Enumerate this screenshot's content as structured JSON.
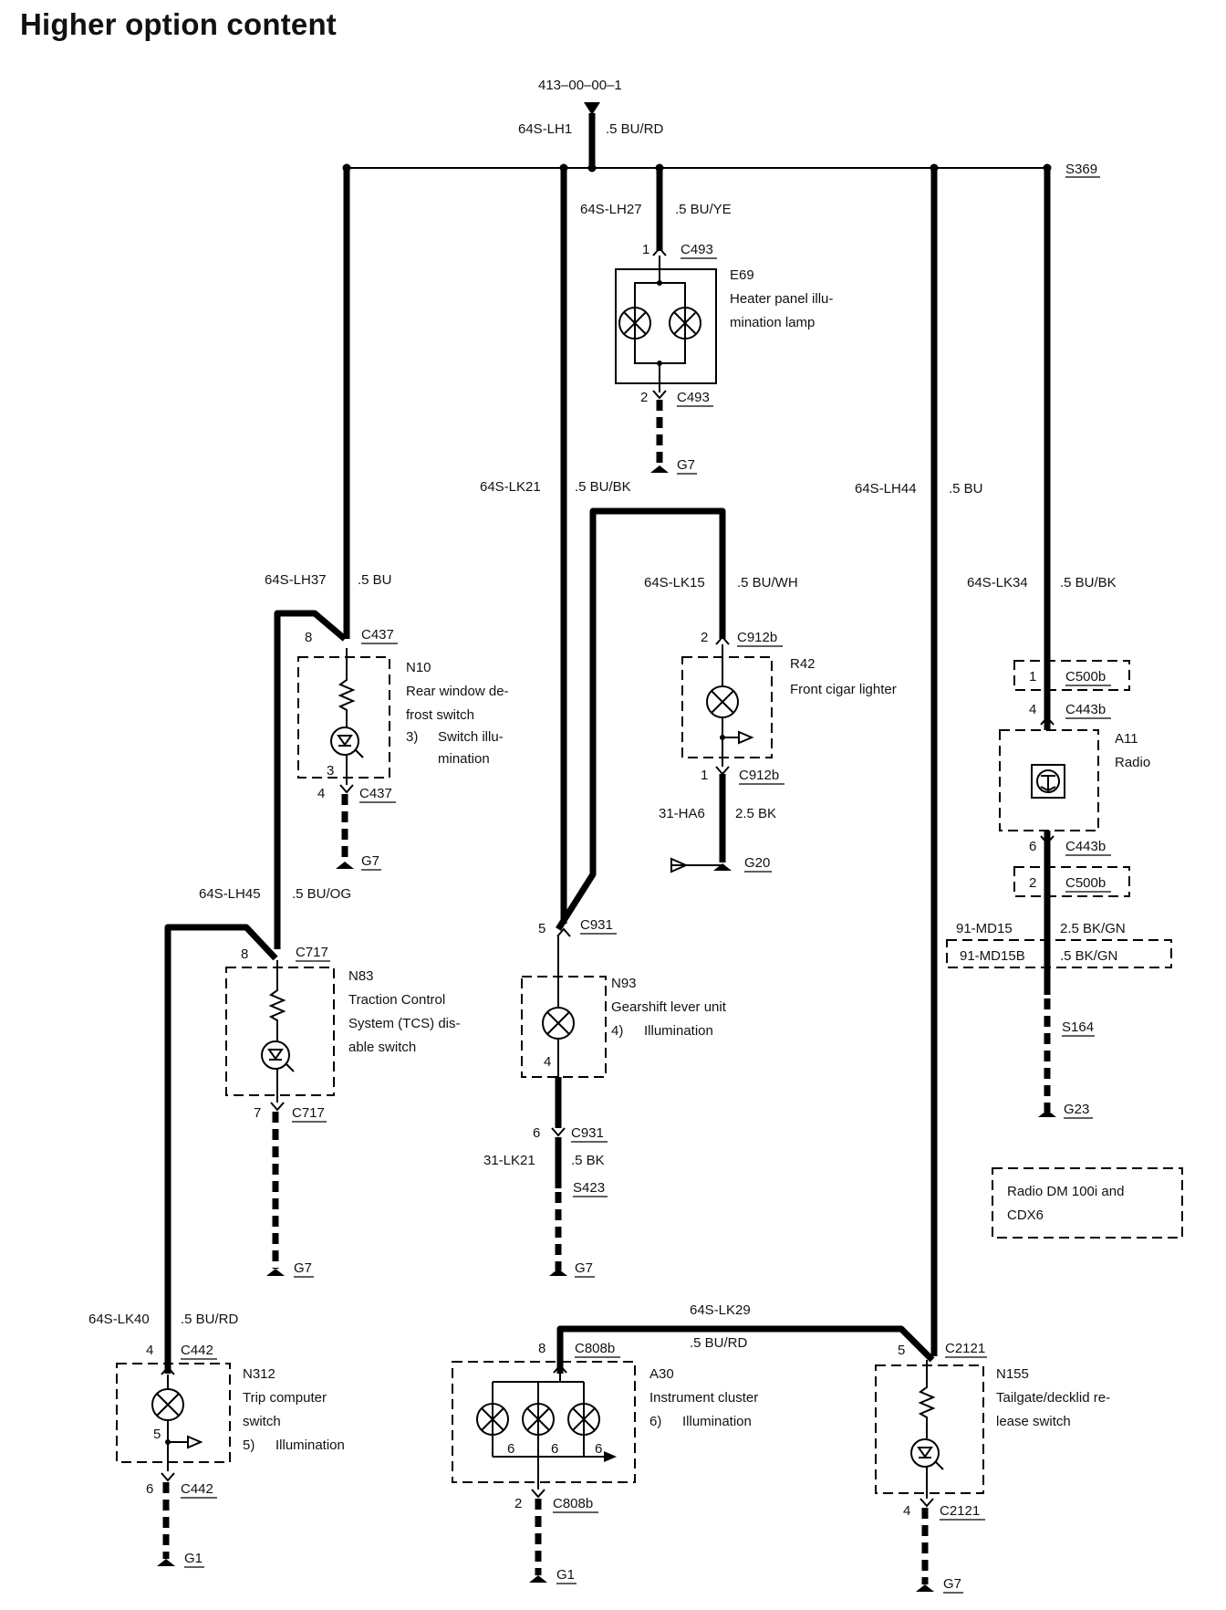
{
  "title": "Higher option content",
  "feed": {
    "ref": "413–00–00–1",
    "wire": "64S-LH1",
    "spec": ".5 BU/RD",
    "splice": "S369"
  },
  "wires": {
    "lh27": {
      "id": "64S-LH27",
      "spec": ".5 BU/YE"
    },
    "lk21": {
      "id": "64S-LK21",
      "spec": ".5 BU/BK"
    },
    "lh44": {
      "id": "64S-LH44",
      "spec": ".5 BU"
    },
    "lh37": {
      "id": "64S-LH37",
      "spec": ".5 BU"
    },
    "lk15": {
      "id": "64S-LK15",
      "spec": ".5 BU/WH"
    },
    "lk34": {
      "id": "64S-LK34",
      "spec": ".5 BU/BK"
    },
    "lh45": {
      "id": "64S-LH45",
      "spec": ".5 BU/OG"
    },
    "ha6": {
      "id": "31-HA6",
      "spec": "2.5 BK"
    },
    "md15": {
      "id": "91-MD15",
      "spec": "2.5 BK/GN"
    },
    "md15b": {
      "id": "91-MD15B",
      "spec": ".5 BK/GN"
    },
    "lk21g": {
      "id": "31-LK21",
      "spec": ".5 BK"
    },
    "lk40": {
      "id": "64S-LK40",
      "spec": ".5 BU/RD"
    },
    "lk29": {
      "id": "64S-LK29",
      "spec": ".5 BU/RD"
    }
  },
  "components": {
    "e69": {
      "code": "E69",
      "line1": "Heater panel illu-",
      "line2": "mination lamp",
      "pin_in": "1",
      "conn_in": "C493",
      "pin_out": "2",
      "conn_out": "C493",
      "ground": "G7"
    },
    "n10": {
      "code": "N10",
      "line1": "Rear window de-",
      "line2": "frost switch",
      "note_num": "3)",
      "note1": "Switch illu-",
      "note2": "mination",
      "pin_in": "8",
      "conn_in": "C437",
      "pin_mid": "3",
      "pin_out": "4",
      "conn_out": "C437",
      "ground": "G7"
    },
    "r42": {
      "code": "R42",
      "line1": "Front cigar lighter",
      "pin_in": "2",
      "conn_in": "C912b",
      "pin_out": "1",
      "conn_out": "C912b",
      "ground": "G20"
    },
    "a11": {
      "code": "A11",
      "line1": "Radio",
      "pin_c500_in": "1",
      "conn_c500_in": "C500b",
      "pin_in": "4",
      "conn_in": "C443b",
      "pin_out": "6",
      "conn_out": "C443b",
      "pin_c500_out": "2",
      "conn_c500_out": "C500b",
      "splice": "S164",
      "ground": "G23"
    },
    "n83": {
      "code": "N83",
      "line1": "Traction Control",
      "line2": "System (TCS) dis-",
      "line3": "able switch",
      "pin_in": "8",
      "conn_in": "C717",
      "pin_out": "7",
      "conn_out": "C717",
      "ground": "G7"
    },
    "n93": {
      "code": "N93",
      "line1": "Gearshift lever unit",
      "note_num": "4)",
      "note1": "Illumination",
      "pin_in": "5",
      "conn_in": "C931",
      "pin_mid": "4",
      "pin_out": "6",
      "conn_out": "C931",
      "splice": "S423",
      "ground": "G7"
    },
    "n312": {
      "code": "N312",
      "line1": "Trip computer",
      "line2": "switch",
      "note_num": "5)",
      "note1": "Illumination",
      "pin_in": "4",
      "conn_in": "C442",
      "pin_mid": "5",
      "pin_out": "6",
      "conn_out": "C442",
      "ground": "G1"
    },
    "a30": {
      "code": "A30",
      "line1": "Instrument cluster",
      "note_num": "6)",
      "note1": "Illumination",
      "pin_in": "8",
      "conn_in": "C808b",
      "pin_mid": "6",
      "pin_out": "2",
      "conn_out": "C808b",
      "ground": "G1"
    },
    "n155": {
      "code": "N155",
      "line1": "Tailgate/decklid re-",
      "line2": "lease switch",
      "pin_in": "5",
      "conn_in": "C2121",
      "pin_out": "4",
      "conn_out": "C2121",
      "ground": "G7"
    }
  },
  "radio_note": {
    "line1": "Radio DM 100i and",
    "line2": "CDX6"
  }
}
